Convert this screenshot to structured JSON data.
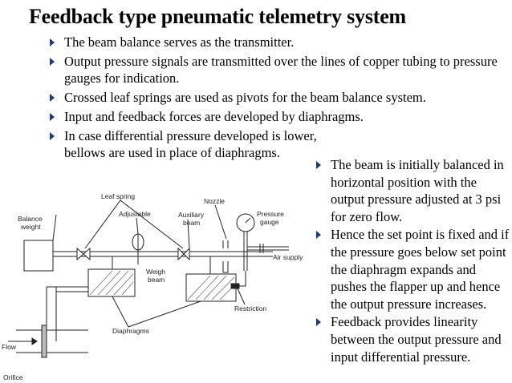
{
  "title": "Feedback type pneumatic telemetry system",
  "top_bullets": [
    "The beam balance serves as the transmitter.",
    "Output pressure signals are transmitted over the lines of copper tubing to pressure gauges for indication.",
    "Crossed leaf springs are used as pivots for the beam balance system.",
    "Input and feedback forces are developed by diaphragms.",
    "In case differential pressure developed is lower, bellows are used in place of diaphragms."
  ],
  "side_bullets": [
    "The beam is initially balanced in horizontal position with the output pressure adjusted at 3 psi for zero flow.",
    "Hence the set point is fixed and if the pressure goes below set point the diaphragm expands and pushes the flapper up and hence the output pressure increases.",
    "Feedback provides linearity between the output pressure and input differential pressure."
  ],
  "diagram": {
    "labels": {
      "leaf_spring": "Leaf spring",
      "nozzle": "Nozzle",
      "adjustable": "Adjustable",
      "auxiliary": "Auxiliary",
      "beam": "beam",
      "pressure": "Pressure",
      "gauge": "gauge",
      "balance": "Balance",
      "weight": "weight",
      "air_supply": "Air supply",
      "weigh": "Weigh",
      "weigh_beam": "beam",
      "restriction": "Restriction",
      "diaphragms": "Diaphragms",
      "flow": "Flow",
      "orifice": "Orifice"
    }
  }
}
